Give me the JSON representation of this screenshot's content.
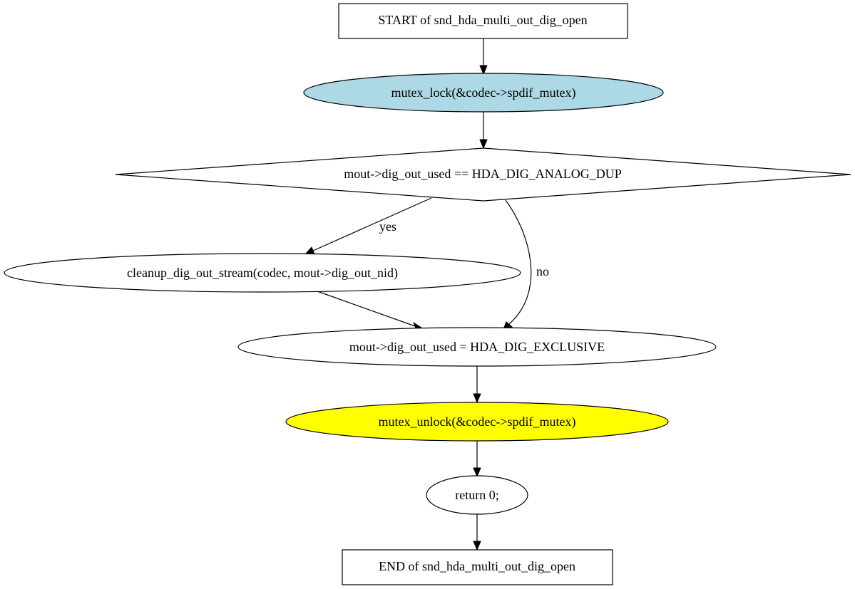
{
  "nodes": {
    "start": {
      "label": "START of snd_hda_multi_out_dig_open",
      "shape": "box",
      "fill": "#ffffff"
    },
    "lock": {
      "label": "mutex_lock(&codec->spdif_mutex)",
      "shape": "ellipse",
      "fill": "#add8e6"
    },
    "decision": {
      "label": "mout->dig_out_used == HDA_DIG_ANALOG_DUP",
      "shape": "diamond",
      "fill": "#ffffff"
    },
    "cleanup": {
      "label": "cleanup_dig_out_stream(codec, mout->dig_out_nid)",
      "shape": "ellipse",
      "fill": "#ffffff"
    },
    "assign": {
      "label": "mout->dig_out_used = HDA_DIG_EXCLUSIVE",
      "shape": "ellipse",
      "fill": "#ffffff"
    },
    "unlock": {
      "label": "mutex_unlock(&codec->spdif_mutex)",
      "shape": "ellipse",
      "fill": "#ffff00"
    },
    "ret": {
      "label": "return 0;",
      "shape": "ellipse",
      "fill": "#ffffff"
    },
    "end": {
      "label": "END of snd_hda_multi_out_dig_open",
      "shape": "box",
      "fill": "#ffffff"
    }
  },
  "edges": [
    {
      "from": "start",
      "to": "lock",
      "label": ""
    },
    {
      "from": "lock",
      "to": "decision",
      "label": ""
    },
    {
      "from": "decision",
      "to": "cleanup",
      "label": "yes"
    },
    {
      "from": "decision",
      "to": "assign",
      "label": "no"
    },
    {
      "from": "cleanup",
      "to": "assign",
      "label": ""
    },
    {
      "from": "assign",
      "to": "unlock",
      "label": ""
    },
    {
      "from": "unlock",
      "to": "ret",
      "label": ""
    },
    {
      "from": "ret",
      "to": "end",
      "label": ""
    }
  ],
  "colors": {
    "stroke": "#000000",
    "background": "#ffffff"
  }
}
